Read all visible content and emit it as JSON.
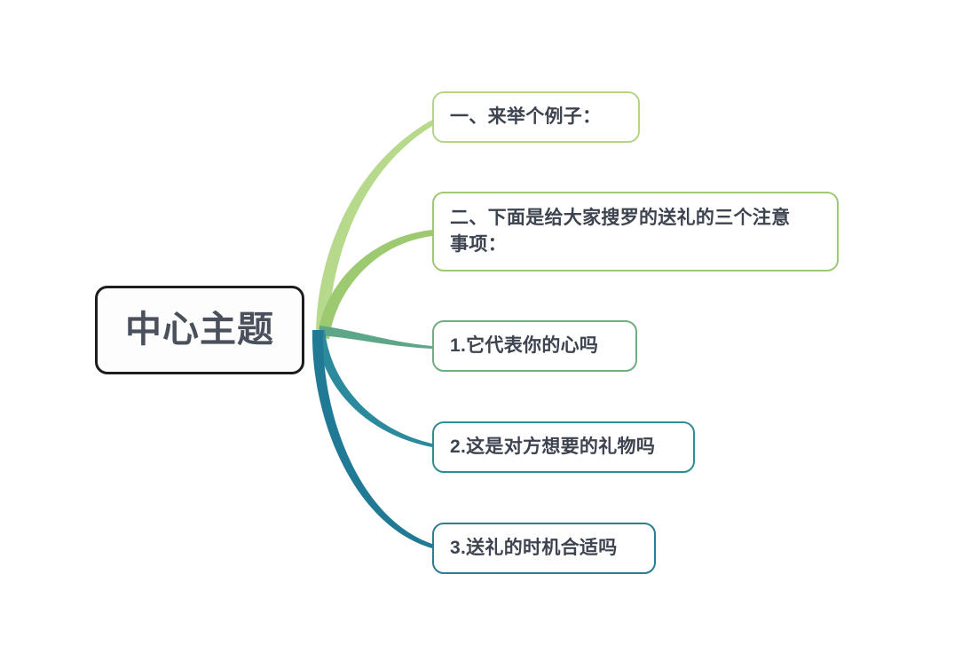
{
  "diagram": {
    "type": "mind-map",
    "background_color": "#ffffff",
    "text_color": "#3d4450",
    "center": {
      "label": "中心主题",
      "border_color": "#1d1d1d",
      "fill_color": "#fdfdfd",
      "text_color": "#4a515c"
    },
    "branches": [
      {
        "id": "branch-1",
        "label": "一、来举个例子：",
        "border_color": "#b5d48a",
        "branch_color": "#b7d98c",
        "order": 1
      },
      {
        "id": "branch-2",
        "label": "二、下面是给大家搜罗的送礼的三个注意\n事项：",
        "border_color": "#9dc96f",
        "branch_color": "#9dc971",
        "order": 2
      },
      {
        "id": "branch-3",
        "label": "1.它代表你的心吗",
        "border_color": "#6fae7e",
        "branch_color": "#5da788",
        "order": 3
      },
      {
        "id": "branch-4",
        "label": "2.这是对方想要的礼物吗",
        "border_color": "#2d8e96",
        "branch_color": "#2b8a9c",
        "order": 4
      },
      {
        "id": "branch-5",
        "label": "3.送礼的时机合适吗",
        "border_color": "#2a7d93",
        "branch_color": "#217a95",
        "order": 5
      }
    ]
  }
}
